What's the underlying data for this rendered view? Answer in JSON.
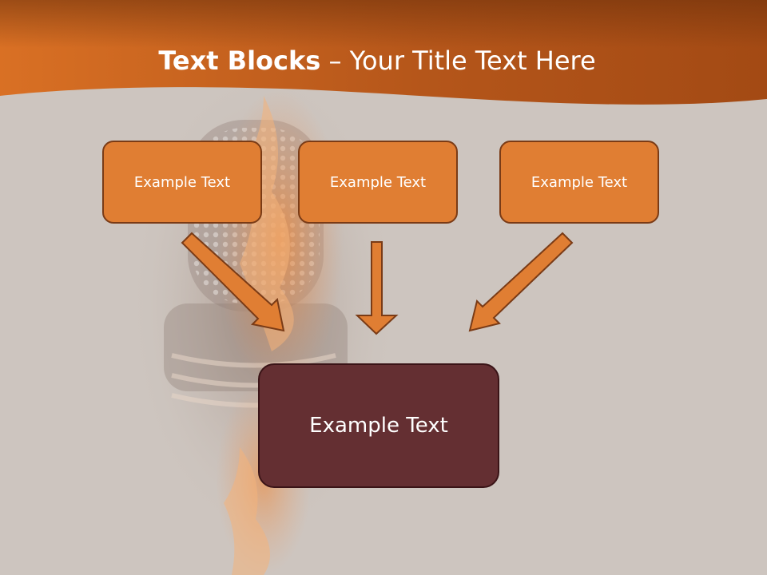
{
  "slide": {
    "title_bold": "Text Blocks",
    "title_rest": " – Your Title Text Here"
  },
  "diagram": {
    "top_blocks": [
      {
        "text": "Example Text"
      },
      {
        "text": "Example Text"
      },
      {
        "text": "Example Text"
      }
    ],
    "center_block": {
      "text": "Example Text"
    }
  },
  "colors": {
    "header_band": "#c8661c",
    "top_block_fill": "#e07e33",
    "center_block_fill": "#642f32",
    "arrow_fill": "#e07e33",
    "background": "#cdc5bf"
  }
}
